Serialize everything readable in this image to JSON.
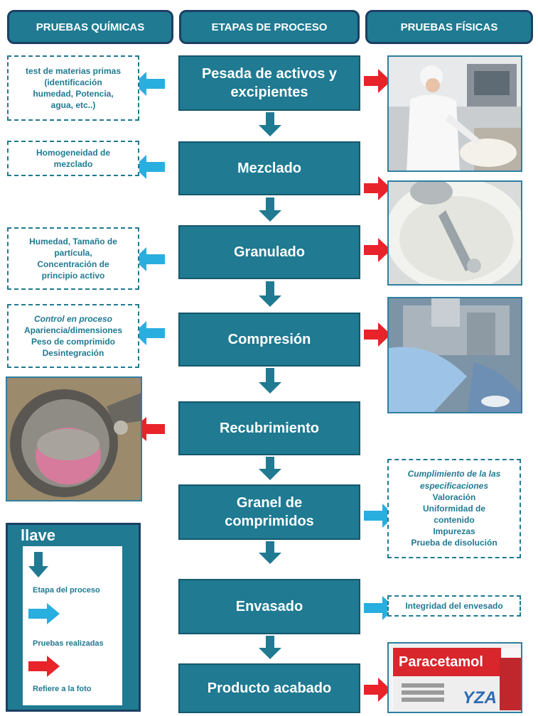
{
  "headers": {
    "chemical": "PRUEBAS QUÍMICAS",
    "process": "ETAPAS DE PROCESO",
    "physical": "PRUEBAS FÍSICAS"
  },
  "steps": [
    {
      "label_lines": [
        "Pesada de activos y",
        "excipientes"
      ]
    },
    {
      "label_lines": [
        "Mezclado"
      ]
    },
    {
      "label_lines": [
        "Granulado"
      ]
    },
    {
      "label_lines": [
        "Compresión"
      ]
    },
    {
      "label_lines": [
        "Recubrimiento"
      ]
    },
    {
      "label_lines": [
        "Granel de",
        "comprimidos"
      ]
    },
    {
      "label_lines": [
        "Envasado"
      ]
    },
    {
      "label_lines": [
        "Producto acabado"
      ]
    }
  ],
  "chemical_tests": [
    {
      "lines": [
        "test de materias primas",
        "(identificación",
        "humedad, Potencia,",
        "agua, etc..)"
      ]
    },
    {
      "lines": [
        "Homogeneidad de",
        "mezclado"
      ]
    },
    {
      "lines": [
        "Humedad, Tamaño de",
        "partícula,",
        "Concentración de",
        "principio activo"
      ]
    },
    {
      "italic": "Control en proceso",
      "lines": [
        "Apariencia/dimensiones",
        "Peso de comprimido",
        "Desintegración"
      ]
    }
  ],
  "physical_tests": [
    {
      "italic_lines": [
        "Cumplimiento de la las",
        "especificaciones"
      ],
      "lines": [
        "Valoración",
        "Uniformidad de",
        "contenido",
        "Impurezas",
        "Prueba  de disolución"
      ]
    },
    {
      "lines": [
        "Integridad del envesado"
      ]
    }
  ],
  "product_box": {
    "brand": "Paracetamol",
    "logo": "YZA"
  },
  "legend": {
    "title": "llave",
    "items": [
      "Etapa del proceso",
      "Pruebas realizadas",
      "Refiere a la foto"
    ]
  },
  "colors": {
    "step_fill": "#1f7a92",
    "header_border": "#1d3f63",
    "test_arrow": "#29aee0",
    "photo_arrow": "#e8232a",
    "flow_arrow": "#1f7a92"
  }
}
